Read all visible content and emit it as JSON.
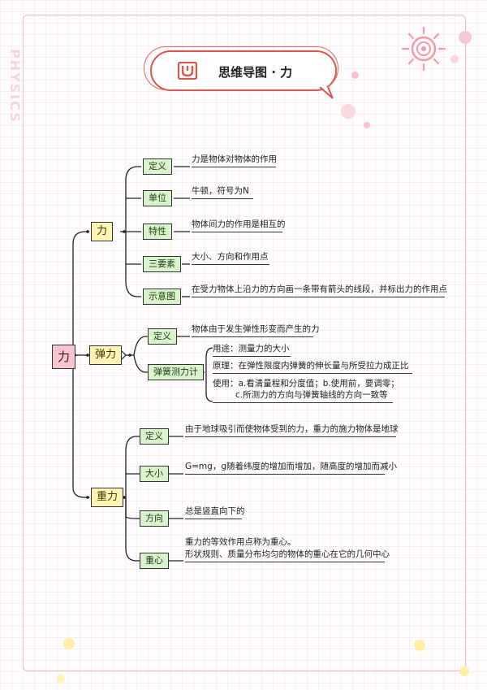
{
  "watermark": "PHYSICS",
  "title": {
    "icon_name": "magnet-icon",
    "text": "思维导图 · 力"
  },
  "root": {
    "label": "力"
  },
  "branches": {
    "li": {
      "label": "力",
      "items": [
        {
          "label": "定义",
          "text": "力是物体对物体的作用"
        },
        {
          "label": "单位",
          "text": "牛顿，符号为N"
        },
        {
          "label": "特性",
          "text": "物体间力的作用是相互的"
        },
        {
          "label": "三要素",
          "text": "大小、方向和作用点"
        },
        {
          "label": "示意图",
          "text": "在受力物体上沿力的方向画一条带有箭头的线段，并标出力的作用点"
        }
      ]
    },
    "tanli": {
      "label": "弹力",
      "definition": {
        "label": "定义",
        "text": "物体由于发生弹性形变而产生的力"
      },
      "dynamometer": {
        "label": "弹簧测力计",
        "use": "用途：测量力的大小",
        "principle": "原理：在弹性限度内弹簧的伸长量与所受拉力成正比",
        "usage_line1": "使用：a.看清量程和分度值；b.使用前，要调零；",
        "usage_line2": "c.所测力的方向与弹簧轴线的方向一致等"
      }
    },
    "zhongli": {
      "label": "重力",
      "items": [
        {
          "label": "定义",
          "text": "由于地球吸引而使物体受到的力，重力的施力物体是地球"
        },
        {
          "label": "大小",
          "text": "G=mg，g随着纬度的增加而增加，随高度的增加而减小"
        },
        {
          "label": "方向",
          "text": "总是竖直向下的"
        },
        {
          "label": "重心",
          "text_line1": "重力的等效作用点称为重心。",
          "text_line2": "形状规则、质量分布均匀的物体的重心在它的几何中心"
        }
      ]
    }
  },
  "colors": {
    "frame": "#f2b9c2",
    "green_box": "#d9f4cc",
    "yellow_box": "#fff4b3",
    "pink_box": "#f7c6cf",
    "title_red": "#d9564b"
  }
}
